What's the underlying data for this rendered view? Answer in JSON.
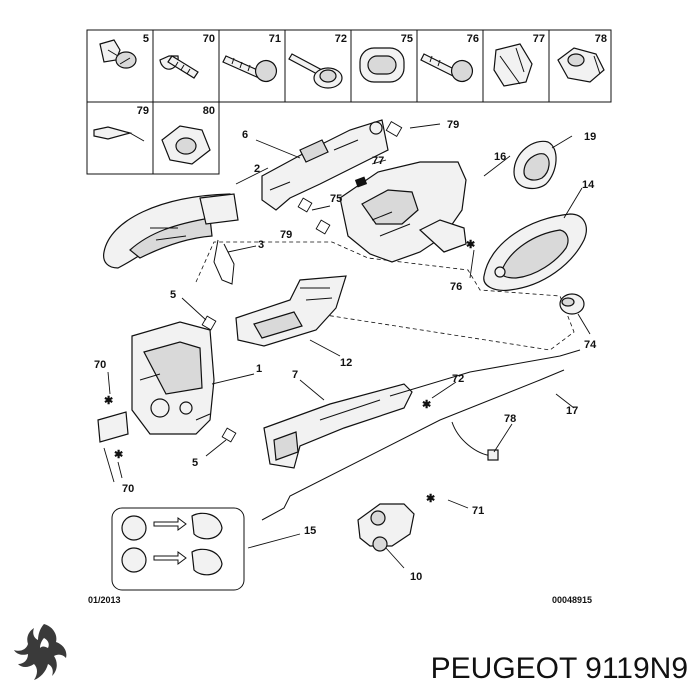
{
  "table": {
    "row1": [
      "5",
      "70",
      "71",
      "72",
      "75",
      "76",
      "77",
      "78"
    ],
    "row2": [
      "79",
      "80"
    ]
  },
  "callouts": {
    "c79_top": "79",
    "c6": "6",
    "c77": "77",
    "c16": "16",
    "c19": "19",
    "c2": "2",
    "c75": "75",
    "c79_mid": "79",
    "c14": "14",
    "c3": "3",
    "c76": "76",
    "c5_mid": "5",
    "c12": "12",
    "c74": "74",
    "c70_a": "70",
    "c1": "1",
    "c7": "7",
    "c72": "72",
    "c17": "17",
    "c78": "78",
    "c5_low": "5",
    "c70_b": "70",
    "c71": "71",
    "c15": "15",
    "c10": "10"
  },
  "footer": {
    "date": "01/2013",
    "ref": "00048915"
  },
  "brand": {
    "logo": "peugeot-lion-logo",
    "caption": "PEUGEOT 9119N9"
  }
}
